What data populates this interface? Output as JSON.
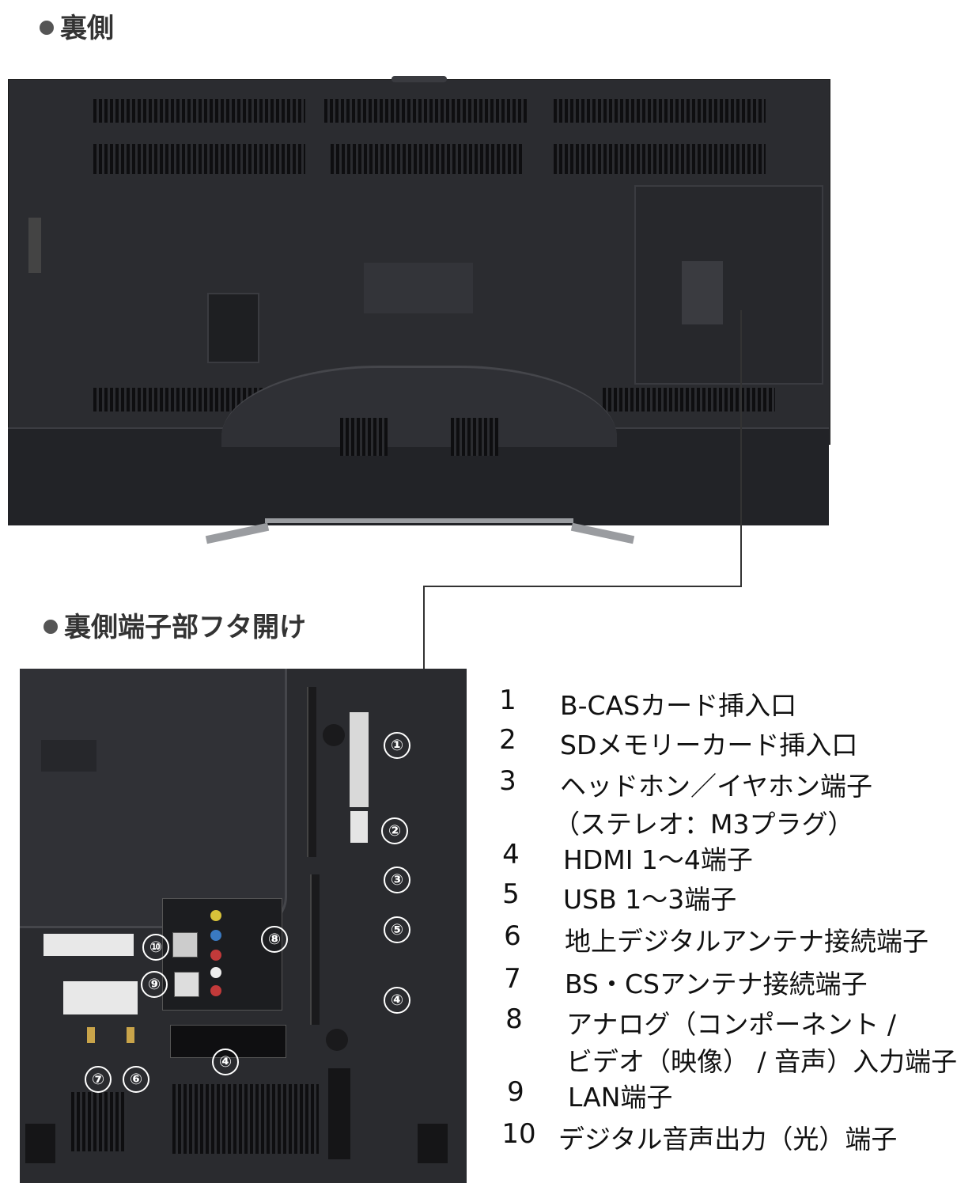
{
  "headings": {
    "back": "裏側",
    "terminals_open": "裏側端子部フタ開け"
  },
  "callouts": [
    "①",
    "②",
    "③",
    "④",
    "⑤",
    "⑥",
    "⑦",
    "⑧",
    "⑨",
    "⑩"
  ],
  "terminal_list": [
    {
      "number": "1",
      "text": "B-CASカード挿入口"
    },
    {
      "number": "2",
      "text": "SDメモリーカード挿入口"
    },
    {
      "number": "3",
      "text": "ヘッドホン／イヤホン端子",
      "sub": "（ステレオ：M3プラグ）"
    },
    {
      "number": "4",
      "text": "HDMI 1〜4端子"
    },
    {
      "number": "5",
      "text": "USB 1〜3端子"
    },
    {
      "number": "6",
      "text": "地上デジタルアンテナ接続端子"
    },
    {
      "number": "7",
      "text": "BS・CSアンテナ接続端子"
    },
    {
      "number": "8",
      "text": "アナログ（コンポーネント /",
      "sub": "ビデオ（映像） / 音声）入力端子"
    },
    {
      "number": "9",
      "text": "LAN端子"
    },
    {
      "number": "10",
      "text": "デジタル音声出力（光）端子"
    }
  ],
  "colors": {
    "tv_body": "#2b2c30",
    "text": "#111111",
    "heading": "#333333"
  }
}
